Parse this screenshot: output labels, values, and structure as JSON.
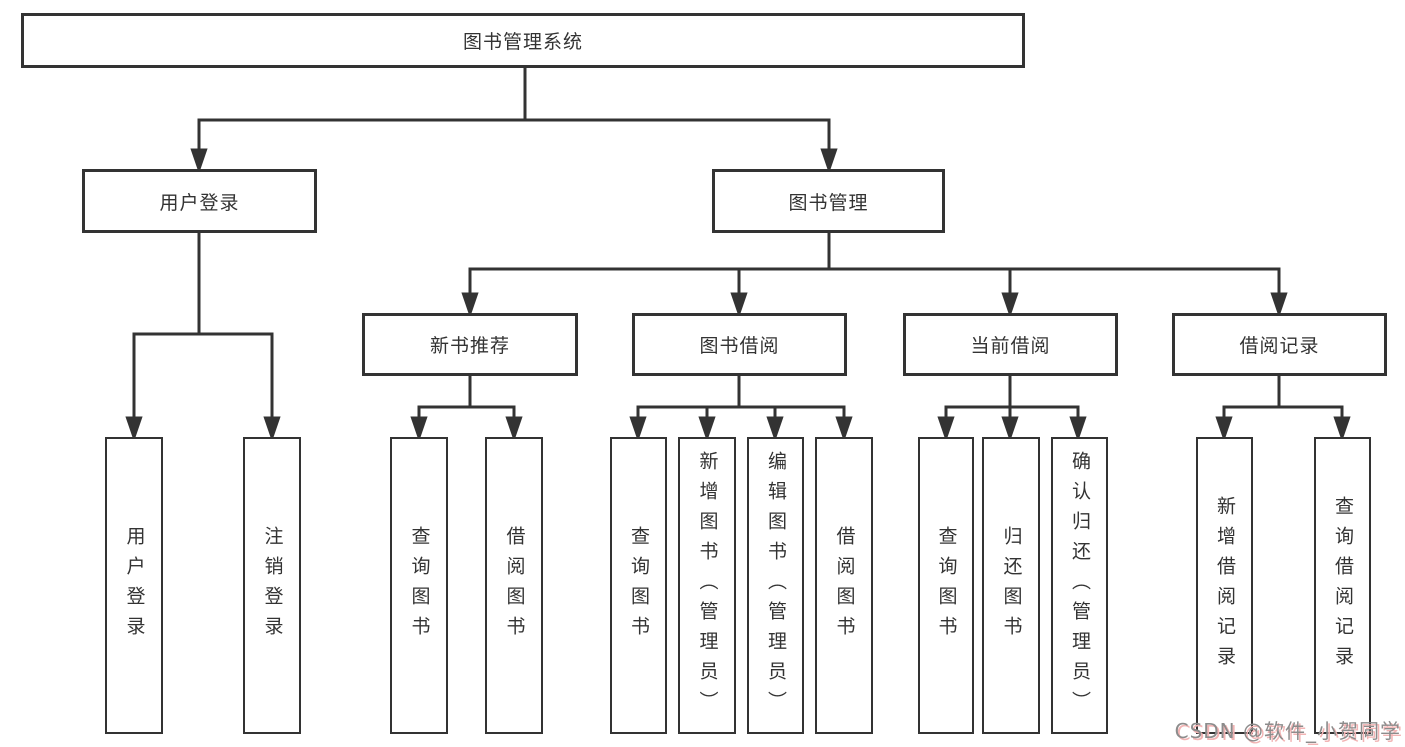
{
  "tree": {
    "root": {
      "label": "图书管理系统"
    },
    "children": [
      {
        "label": "用户登录",
        "leaves": [
          "用户登录",
          "注销登录"
        ]
      },
      {
        "label": "图书管理",
        "groups": [
          {
            "label": "新书推荐",
            "leaves": [
              "查询图书",
              "借阅图书"
            ]
          },
          {
            "label": "图书借阅",
            "leaves": [
              "查询图书",
              "新增图书（管理员）",
              "编辑图书（管理员）",
              "借阅图书"
            ]
          },
          {
            "label": "当前借阅",
            "leaves": [
              "查询图书",
              "归还图书",
              "确认归还（管理员）"
            ]
          },
          {
            "label": "借阅记录",
            "leaves": [
              "新增借阅记录",
              "查询借阅记录"
            ]
          }
        ]
      }
    ]
  },
  "watermark": {
    "text": "CSDN @软件_小贺同学"
  },
  "colors": {
    "line": "#333333",
    "text": "#333333",
    "background": "#ffffff",
    "watermark_text": "#8c8c8c",
    "watermark_shadow": "#f2b4b4"
  }
}
